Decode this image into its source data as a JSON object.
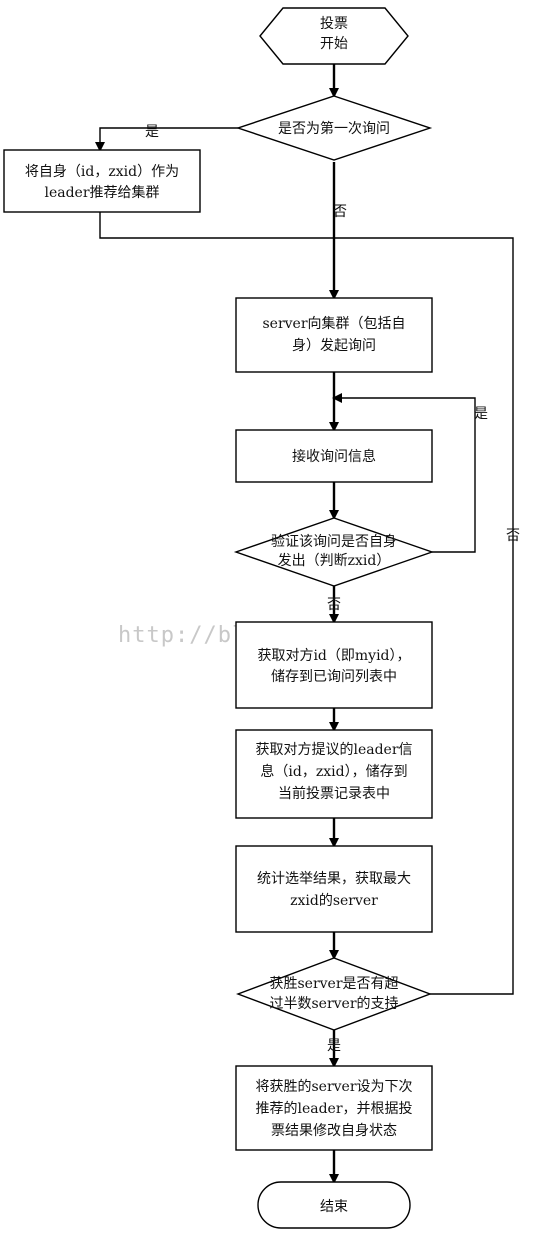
{
  "nodes": {
    "start": {
      "line1": "投票",
      "line2": "开始"
    },
    "first_query": {
      "text": "是否为第一次询问"
    },
    "recommend_self": {
      "line1": "将自身（id，zxid）作为",
      "line2": "leader推荐给集群"
    },
    "server_query": {
      "line1": "server向集群（包括自",
      "line2": "身）发起询问"
    },
    "receive_info": {
      "text": "接收询问信息"
    },
    "verify_self": {
      "line1": "验证该询问是否自身",
      "line2": "发出（判断zxid）"
    },
    "get_peer_id": {
      "line1": "获取对方id（即myid），",
      "line2": "储存到已询问列表中"
    },
    "get_peer_leader": {
      "line1": "获取对方提议的leader信",
      "line2": "息（id，zxid），储存到",
      "line3": "当前投票记录表中"
    },
    "tally": {
      "line1": "统计选举结果，获取最大",
      "line2": "zxid的server"
    },
    "majority": {
      "line1": "获胜server是否有超",
      "line2": "过半数server的支持"
    },
    "set_next": {
      "line1": "将获胜的server设为下次",
      "line2": "推荐的leader，并根据投",
      "line3": "票结果修改自身状态"
    },
    "end": {
      "text": "结束"
    }
  },
  "labels": {
    "first_yes": "是",
    "first_no": "否",
    "verify_yes": "是",
    "verify_no": "否",
    "majority_no": "否",
    "majority_yes": "是"
  },
  "watermark": "http://blog.csdn.net/"
}
